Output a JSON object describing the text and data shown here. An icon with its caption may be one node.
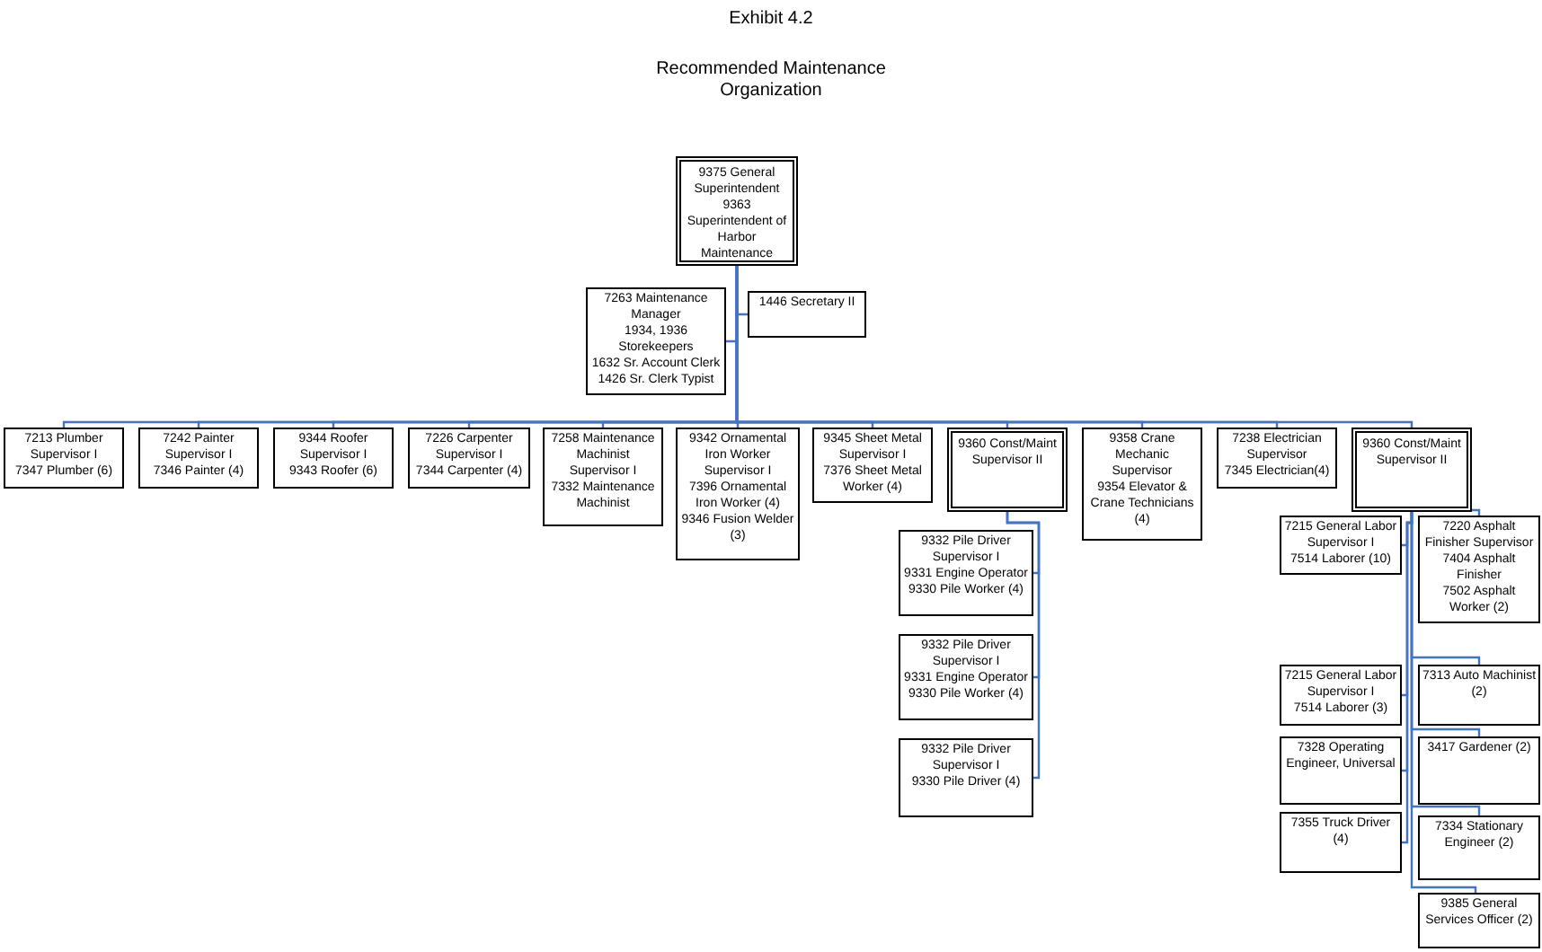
{
  "diagram": {
    "title": "Exhibit 4.2",
    "nodes": [
      {
        "text": [
          "9375 General Superintendent",
          "9363 Superintendent of Harbor Maintenance"
        ]
      },
      {
        "text": [
          "7263 Maintenance Manager",
          "1934, 1936 Storekeepers",
          "1632 Sr. Account Clerk",
          "1426 Sr. Clerk Typist"
        ]
      },
      {
        "text": [
          "1446 Secretary II"
        ]
      },
      {
        "text": [
          "7213 Plumber Supervisor I",
          "7347 Plumber (6)"
        ]
      },
      {
        "text": [
          "7242 Painter Supervisor I",
          "7346 Painter (4)"
        ]
      },
      {
        "text": [
          "9344 Roofer Supervisor I",
          "9343 Roofer (6)"
        ]
      },
      {
        "text": [
          "7226 Carpenter Supervisor I",
          "7344 Carpenter (4)"
        ]
      },
      {
        "text": [
          "7258 Maintenance Machinist Supervisor I",
          "7332 Maintenance Machinist"
        ]
      },
      {
        "text": [
          "9342 Ornamental Iron Worker Supervisor I",
          "7396 Ornamental Iron Worker (4)",
          "9346 Fusion Welder (3)"
        ]
      },
      {
        "text": [
          "9345 Sheet Metal Supervisor I",
          "7376 Sheet Metal Worker (4)"
        ]
      },
      {
        "text": [
          "9360 Const/Maint Supervisor II"
        ]
      },
      {
        "text": [
          "9358 Crane Mechanic Supervisor",
          "9354 Elevator & Crane Technicians (4)"
        ]
      },
      {
        "text": [
          "7238 Electrician Supervisor",
          "7345 Electrician(4)"
        ]
      },
      {
        "text": [
          "9360 Const/Maint Supervisor II"
        ]
      },
      {
        "text": [
          "9332 Pile Driver Supervisor I",
          "9331 Engine Operator",
          "9330 Pile Worker (4)"
        ]
      },
      {
        "text": [
          "9332 Pile Driver Supervisor I",
          "9331 Engine Operator",
          "9330 Pile Worker (4)"
        ]
      },
      {
        "text": [
          "9332 Pile Driver Supervisor I",
          "9330 Pile Driver (4)"
        ]
      },
      {
        "text": [
          "7215 General Labor Supervisor I",
          "7514 Laborer (10)"
        ]
      },
      {
        "text": [
          "7220 Asphalt Finisher Supervisor",
          "7404 Asphalt Finisher",
          "7502 Asphalt Worker (2)"
        ]
      },
      {
        "text": [
          "7215 General Labor Supervisor I",
          "7514 Laborer (3)"
        ]
      },
      {
        "text": [
          "7313 Auto Machinist (2)"
        ]
      },
      {
        "text": [
          "7328 Operating Engineer, Universal"
        ]
      },
      {
        "text": [
          "3417 Gardener (2)"
        ]
      },
      {
        "text": [
          "7355 Truck Driver (4)"
        ]
      },
      {
        "text": [
          "7334 Stationary Engineer (2)"
        ]
      },
      {
        "text": [
          "9385 General Services Officer (2)"
        ]
      }
    ],
    "edges": [
      {
        "from": 0,
        "to": 1,
        "arrow": "none"
      },
      {
        "from": 0,
        "to": 2,
        "arrow": "none"
      },
      {
        "from": 0,
        "to": 3,
        "arrow": "none"
      },
      {
        "from": 0,
        "to": 4,
        "arrow": "none"
      },
      {
        "from": 0,
        "to": 5,
        "arrow": "none"
      },
      {
        "from": 0,
        "to": 6,
        "arrow": "none"
      },
      {
        "from": 0,
        "to": 7,
        "arrow": "none"
      },
      {
        "from": 0,
        "to": 8,
        "arrow": "none"
      },
      {
        "from": 0,
        "to": 9,
        "arrow": "none"
      },
      {
        "from": 0,
        "to": 10,
        "arrow": "none"
      },
      {
        "from": 0,
        "to": 11,
        "arrow": "none"
      },
      {
        "from": 0,
        "to": 12,
        "arrow": "none"
      },
      {
        "from": 0,
        "to": 13,
        "arrow": "none"
      },
      {
        "from": 10,
        "to": 14,
        "arrow": "none"
      },
      {
        "from": 10,
        "to": 15,
        "arrow": "none"
      },
      {
        "from": 10,
        "to": 16,
        "arrow": "none"
      },
      {
        "from": 13,
        "to": 17,
        "arrow": "none"
      },
      {
        "from": 13,
        "to": 18,
        "arrow": "none"
      },
      {
        "from": 13,
        "to": 19,
        "arrow": "none"
      },
      {
        "from": 13,
        "to": 20,
        "arrow": "none"
      },
      {
        "from": 13,
        "to": 21,
        "arrow": "none"
      },
      {
        "from": 13,
        "to": 22,
        "arrow": "none"
      },
      {
        "from": 13,
        "to": 23,
        "arrow": "none"
      },
      {
        "from": 13,
        "to": 24,
        "arrow": "none"
      },
      {
        "from": 13,
        "to": 25,
        "arrow": "none"
      }
    ],
    "labels": [
      "Recommended Maintenance Organization"
    ]
  }
}
